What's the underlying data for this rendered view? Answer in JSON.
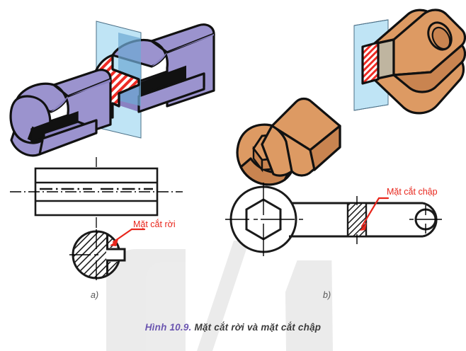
{
  "figure": {
    "caption_number": "Hình 10.9.",
    "caption_text": " Mặt cắt rời và mặt cắt chập",
    "caption_number_color": "#6b56b0",
    "caption_text_color": "#3b3b3b",
    "sub_label_a": "a)",
    "sub_label_b": "b)"
  },
  "annotations": {
    "left_callout": "Mặt cắt rời",
    "right_callout": "Mặt cắt chập",
    "callout_color": "#e8261c"
  },
  "panel_a": {
    "name": "Mặt cắt rời",
    "pictorial": {
      "body_label": "grooved-cylinder",
      "body_color": "#9b93ce",
      "body_shade_color": "#8a82c2",
      "cut_plane_color": "#bfe4f5",
      "cut_plane_shade_color": "#6fa9d4",
      "hatch_color": "#ee2b24",
      "outline_color": "#111111"
    },
    "views": {
      "front_view": "rectangular-front-view",
      "section_view": "hatched-circular-section",
      "centerline_color": "#000000",
      "hatch_color": "#1a1a1a"
    }
  },
  "panel_b": {
    "name": "Mặt cắt chập",
    "pictorial": {
      "body_label": "hex-socket-lever",
      "body_color": "#dd9a63",
      "body_shade_color": "#c98450",
      "cut_face_color": "#bfb5a0",
      "cut_plane_color": "#bfe4f5",
      "hatch_color": "#ee2b24",
      "outline_color": "#111111"
    },
    "views": {
      "front_view": "lever-front-view",
      "hex_label": "hexagon-socket",
      "small_hole_label": "small-hole",
      "coincident_section": "superimposed-hatched-section",
      "centerline_color": "#000000",
      "hatch_color": "#1a1a1a"
    }
  },
  "watermark": {
    "shape_label": "background-watermark",
    "color": "#e4e4e4"
  }
}
